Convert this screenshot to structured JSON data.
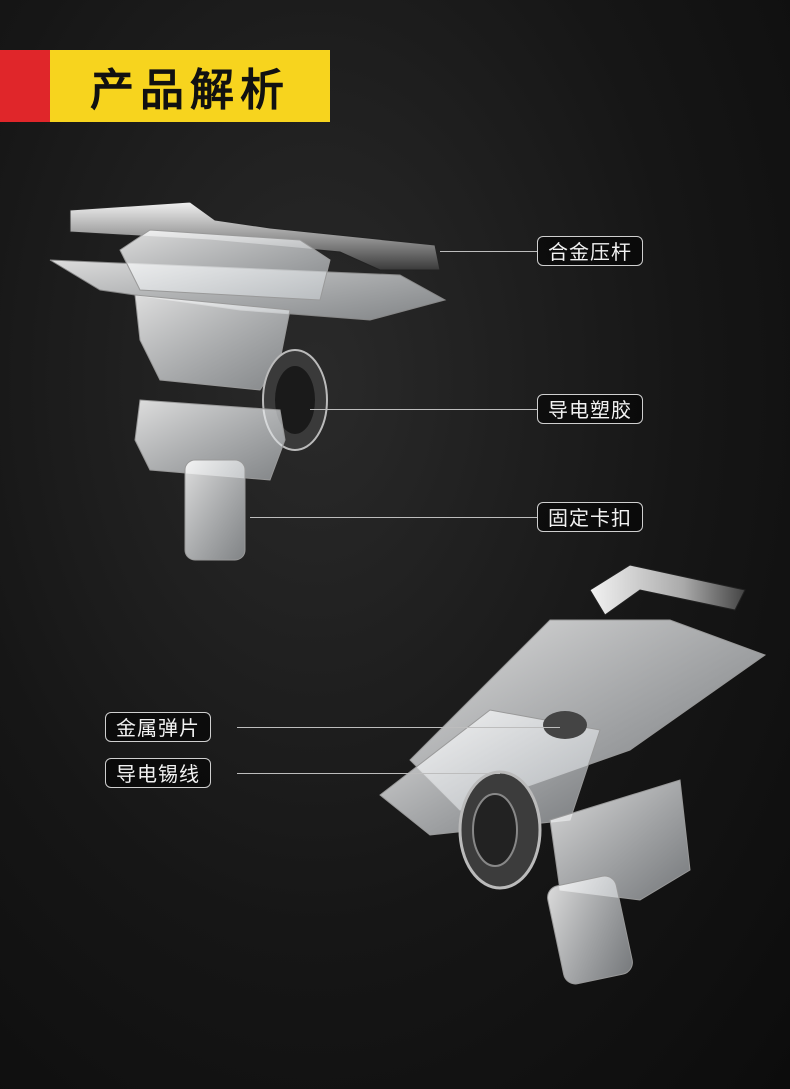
{
  "header": {
    "title": "产品解析"
  },
  "top_product": {
    "labels": {
      "alloy_lever": "合金压杆",
      "conductive_plastic": "导电塑胶",
      "fixing_clip": "固定卡扣"
    }
  },
  "bottom_product": {
    "labels": {
      "metal_spring": "金属弹片",
      "conductive_wire": "导电锡线"
    }
  },
  "colors": {
    "banner_red": "#e0262a",
    "banner_yellow": "#f7d41e",
    "background": "#161616"
  }
}
